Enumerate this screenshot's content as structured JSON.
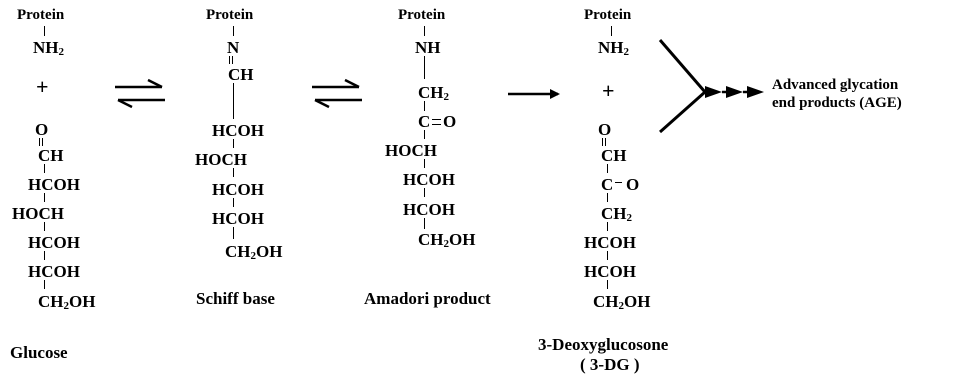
{
  "glucose": {
    "protein": "Protein",
    "nh2": "NH",
    "plus": "+",
    "o": "O",
    "c1": "CH",
    "c2": "HCOH",
    "c3": "HOCH",
    "c4": "HCOH",
    "c5": "HCOH",
    "c6": "CH",
    "c6_tail": "OH",
    "name": "Glucose"
  },
  "schiff": {
    "protein": "Protein",
    "n": "N",
    "c1": "CH",
    "c2": "HCOH",
    "c3": "HOCH",
    "c4": "HCOH",
    "c5": "HCOH",
    "c6": "CH",
    "c6_tail": "OH",
    "name": "Schiff base"
  },
  "amadori": {
    "protein": "Protein",
    "nh": "NH",
    "c1": "CH",
    "c2": "C",
    "c2_o": "O",
    "c3": "HOCH",
    "c4": "HCOH",
    "c5": "HCOH",
    "c6": "CH",
    "c6_tail": "OH",
    "name": "Amadori product"
  },
  "deoxy": {
    "protein": "Protein",
    "nh2": "NH",
    "plus": "+",
    "o": "O",
    "c1": "CH",
    "c2": "C",
    "c2_o": "O",
    "c3": "CH",
    "c4": "HCOH",
    "c5": "HCOH",
    "c6": "CH",
    "c6_tail": "OH",
    "name_line1": "3-Deoxyglucosone",
    "name_line2": "( 3-DG )"
  },
  "age": {
    "line1": "Advanced glycation",
    "line2": "end products (AGE)"
  },
  "subscript": "2"
}
